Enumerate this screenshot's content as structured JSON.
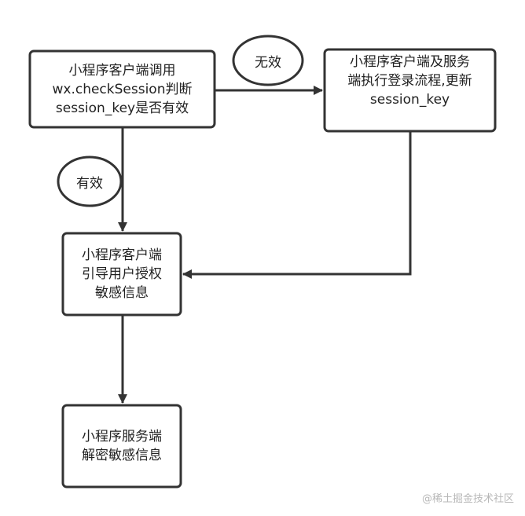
{
  "nodes": {
    "check_session": {
      "lines": [
        "小程序客户端调用",
        "wx.checkSession判断",
        "session_key是否有效"
      ]
    },
    "login_flow": {
      "lines": [
        "小程序客户端及服务",
        "端执行登录流程,更新",
        "session_key"
      ]
    },
    "guide_auth": {
      "lines": [
        "小程序客户端",
        "引导用户授权",
        "敏感信息"
      ]
    },
    "decrypt": {
      "lines": [
        "小程序服务端",
        "解密敏感信息"
      ]
    }
  },
  "edge_labels": {
    "invalid": "无效",
    "valid": "有效"
  },
  "watermark": "@稀土掘金技术社区"
}
